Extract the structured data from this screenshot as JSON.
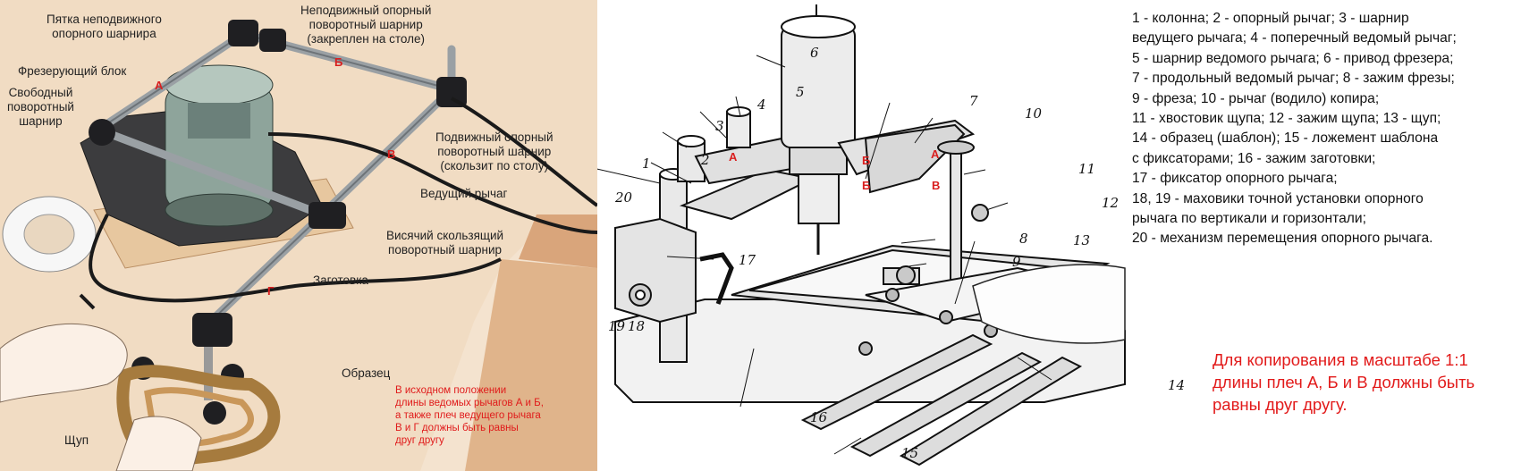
{
  "left_labels": {
    "heel_line1": "Пятка неподвижного",
    "heel_line2": "опорного шарнира",
    "fixed_line1": "Неподвижный опорный",
    "fixed_line2": "поворотный шарнир",
    "fixed_line3": "(закреплен на столе)",
    "milling_block": "Фрезерующий блок",
    "free_line1": "Свободный",
    "free_line2": "поворотный",
    "free_line3": "шарнир",
    "movable_line1": "Подвижный опорный",
    "movable_line2": "поворотный шарнир",
    "movable_line3": "(скользит по столу)",
    "driving_lever": "Ведущий рычаг",
    "hanging_line1": "Висячий скользящий",
    "hanging_line2": "поворотный шарнир",
    "workpiece": "Заготовка",
    "sample": "Образец",
    "probe": "Щуп"
  },
  "arm_letters": {
    "a": "А",
    "b": "Б",
    "v": "В",
    "g": "Г"
  },
  "left_note": {
    "line1": "В исходном положении",
    "line2": "длины ведомых рычагов А и Б,",
    "line3": "а также плеч ведущего рычага",
    "line4": "В и Г должны быть равны",
    "line5": "друг другу"
  },
  "part_numbers": [
    "1",
    "2",
    "3",
    "4",
    "5",
    "6",
    "7",
    "8",
    "9",
    "10",
    "11",
    "12",
    "13",
    "14",
    "15",
    "16",
    "17",
    "18",
    "19",
    "20"
  ],
  "right_letters": {
    "a1": "А",
    "b1": "Б",
    "a2": "А",
    "b2": "В",
    "b3": "Б"
  },
  "legend": [
    "1 - колонна; 2 - опорный рычаг; 3 - шарнир",
    "ведущего рычага; 4 - поперечный ведомый рычаг;",
    "5 - шарнир ведомого рычага; 6 - привод фрезера;",
    "7 - продольный ведомый рычаг; 8 - зажим фрезы;",
    "9 - фреза; 10 - рычаг (водило) копира;",
    "11 - хвостовик щупа; 12 - зажим щупа; 13 - щуп;",
    "14 - образец (шаблон); 15 - ложемент шаблона",
    "с фиксаторами; 16 - зажим заготовки;",
    "17 - фиксатор опорного рычага;",
    "18, 19 - маховики точной установки опорного",
    "рычага по вертикали и горизонтали;",
    "20 - механизм перемещения опорного рычага."
  ],
  "scale_note": {
    "line1": "Для копирования в масштабе 1:1",
    "line2": "длины плеч А, Б и В должны быть",
    "line3": "равны друг другу."
  }
}
